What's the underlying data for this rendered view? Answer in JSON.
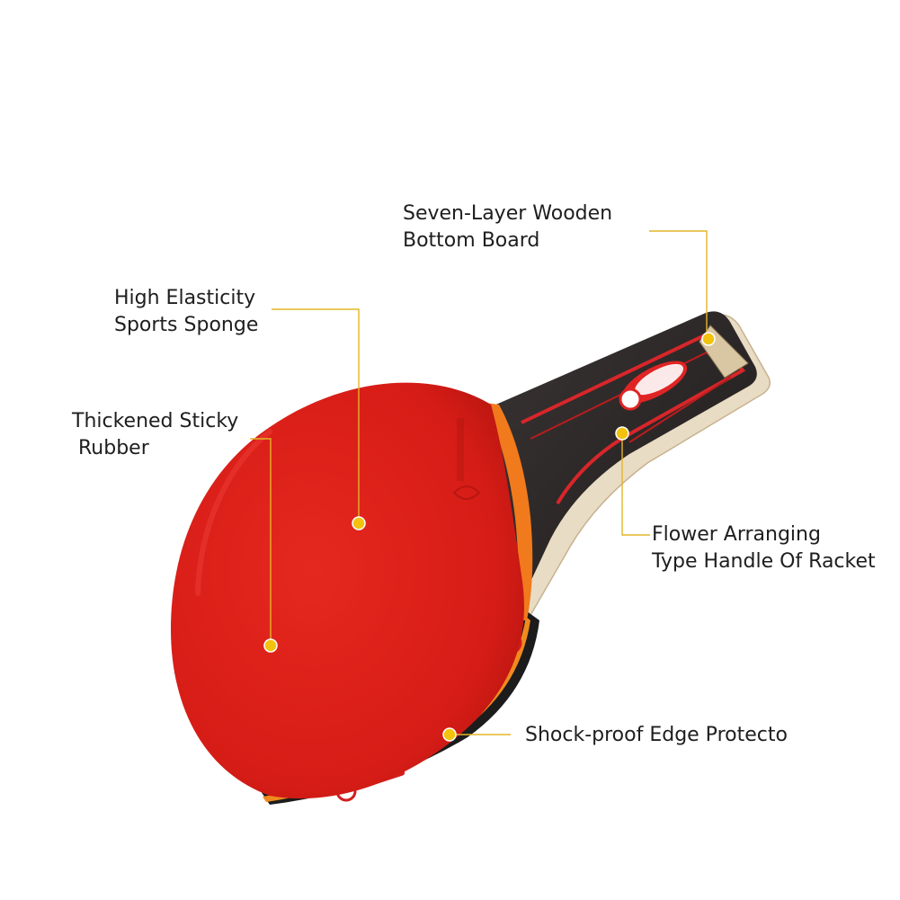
{
  "callouts": {
    "board": {
      "line1": "Seven-Layer Wooden",
      "line2": "Bottom Board"
    },
    "sponge": {
      "line1": "High Elasticity",
      "line2": "Sports Sponge"
    },
    "rubber": {
      "line1": "Thickened Sticky",
      "line2": " Rubber"
    },
    "handle": {
      "line1": "Flower Arranging",
      "line2": "Type Handle Of Racket"
    },
    "edge": {
      "line1": "Shock-proof Edge Protecto"
    }
  },
  "colors": {
    "rubber_red": "#e0231c",
    "handle_dark": "#2b2626",
    "wood_light": "#e9dcc4",
    "leader_line": "#e3b528",
    "marker_dot": "#f2c20e"
  }
}
